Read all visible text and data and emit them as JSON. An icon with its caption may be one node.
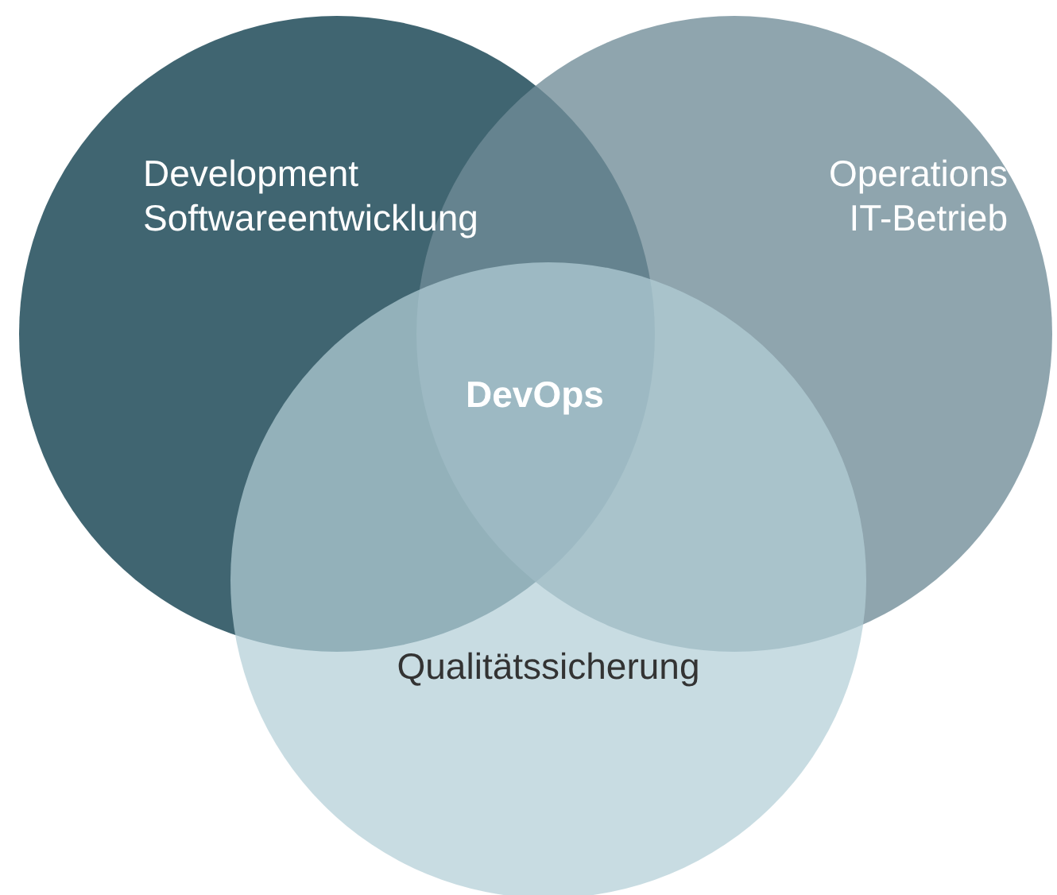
{
  "diagram": {
    "nodes": [
      {
        "text": [
          "Development",
          "Softwareentwicklung"
        ]
      },
      {
        "text": [
          "Operations",
          "IT-Betrieb"
        ]
      },
      {
        "text": [
          "Qualitätssicherung"
        ]
      }
    ],
    "labels": [
      "DevOps"
    ]
  }
}
